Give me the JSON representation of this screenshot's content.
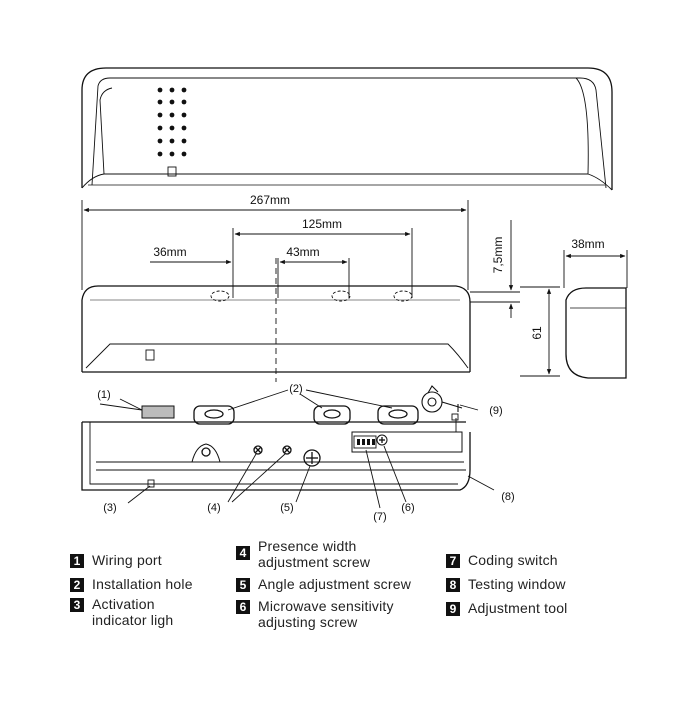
{
  "dimensions": {
    "overall_length": "267mm",
    "hole_spacing_outer": "125mm",
    "offset_left": "36mm",
    "hole_spacing_inner": "43mm",
    "height_offset": "7,5mm",
    "depth": "38mm",
    "height": "61"
  },
  "callouts": [
    "(1)",
    "(2)",
    "(3)",
    "(4)",
    "(5)",
    "(6)",
    "(7)",
    "(8)",
    "(9)"
  ],
  "legend": [
    {
      "num": "1",
      "text": "Wiring port"
    },
    {
      "num": "2",
      "text": "Installation hole"
    },
    {
      "num": "3",
      "text": "Activation indicator ligh"
    },
    {
      "num": "4",
      "text": "Presence width adjustment screw"
    },
    {
      "num": "5",
      "text": "Angle adjustment screw"
    },
    {
      "num": "6",
      "text": "Microwave sensitivity adjusting screw"
    },
    {
      "num": "7",
      "text": "Coding switch"
    },
    {
      "num": "8",
      "text": "Testing window"
    },
    {
      "num": "9",
      "text": "Adjustment tool"
    }
  ]
}
